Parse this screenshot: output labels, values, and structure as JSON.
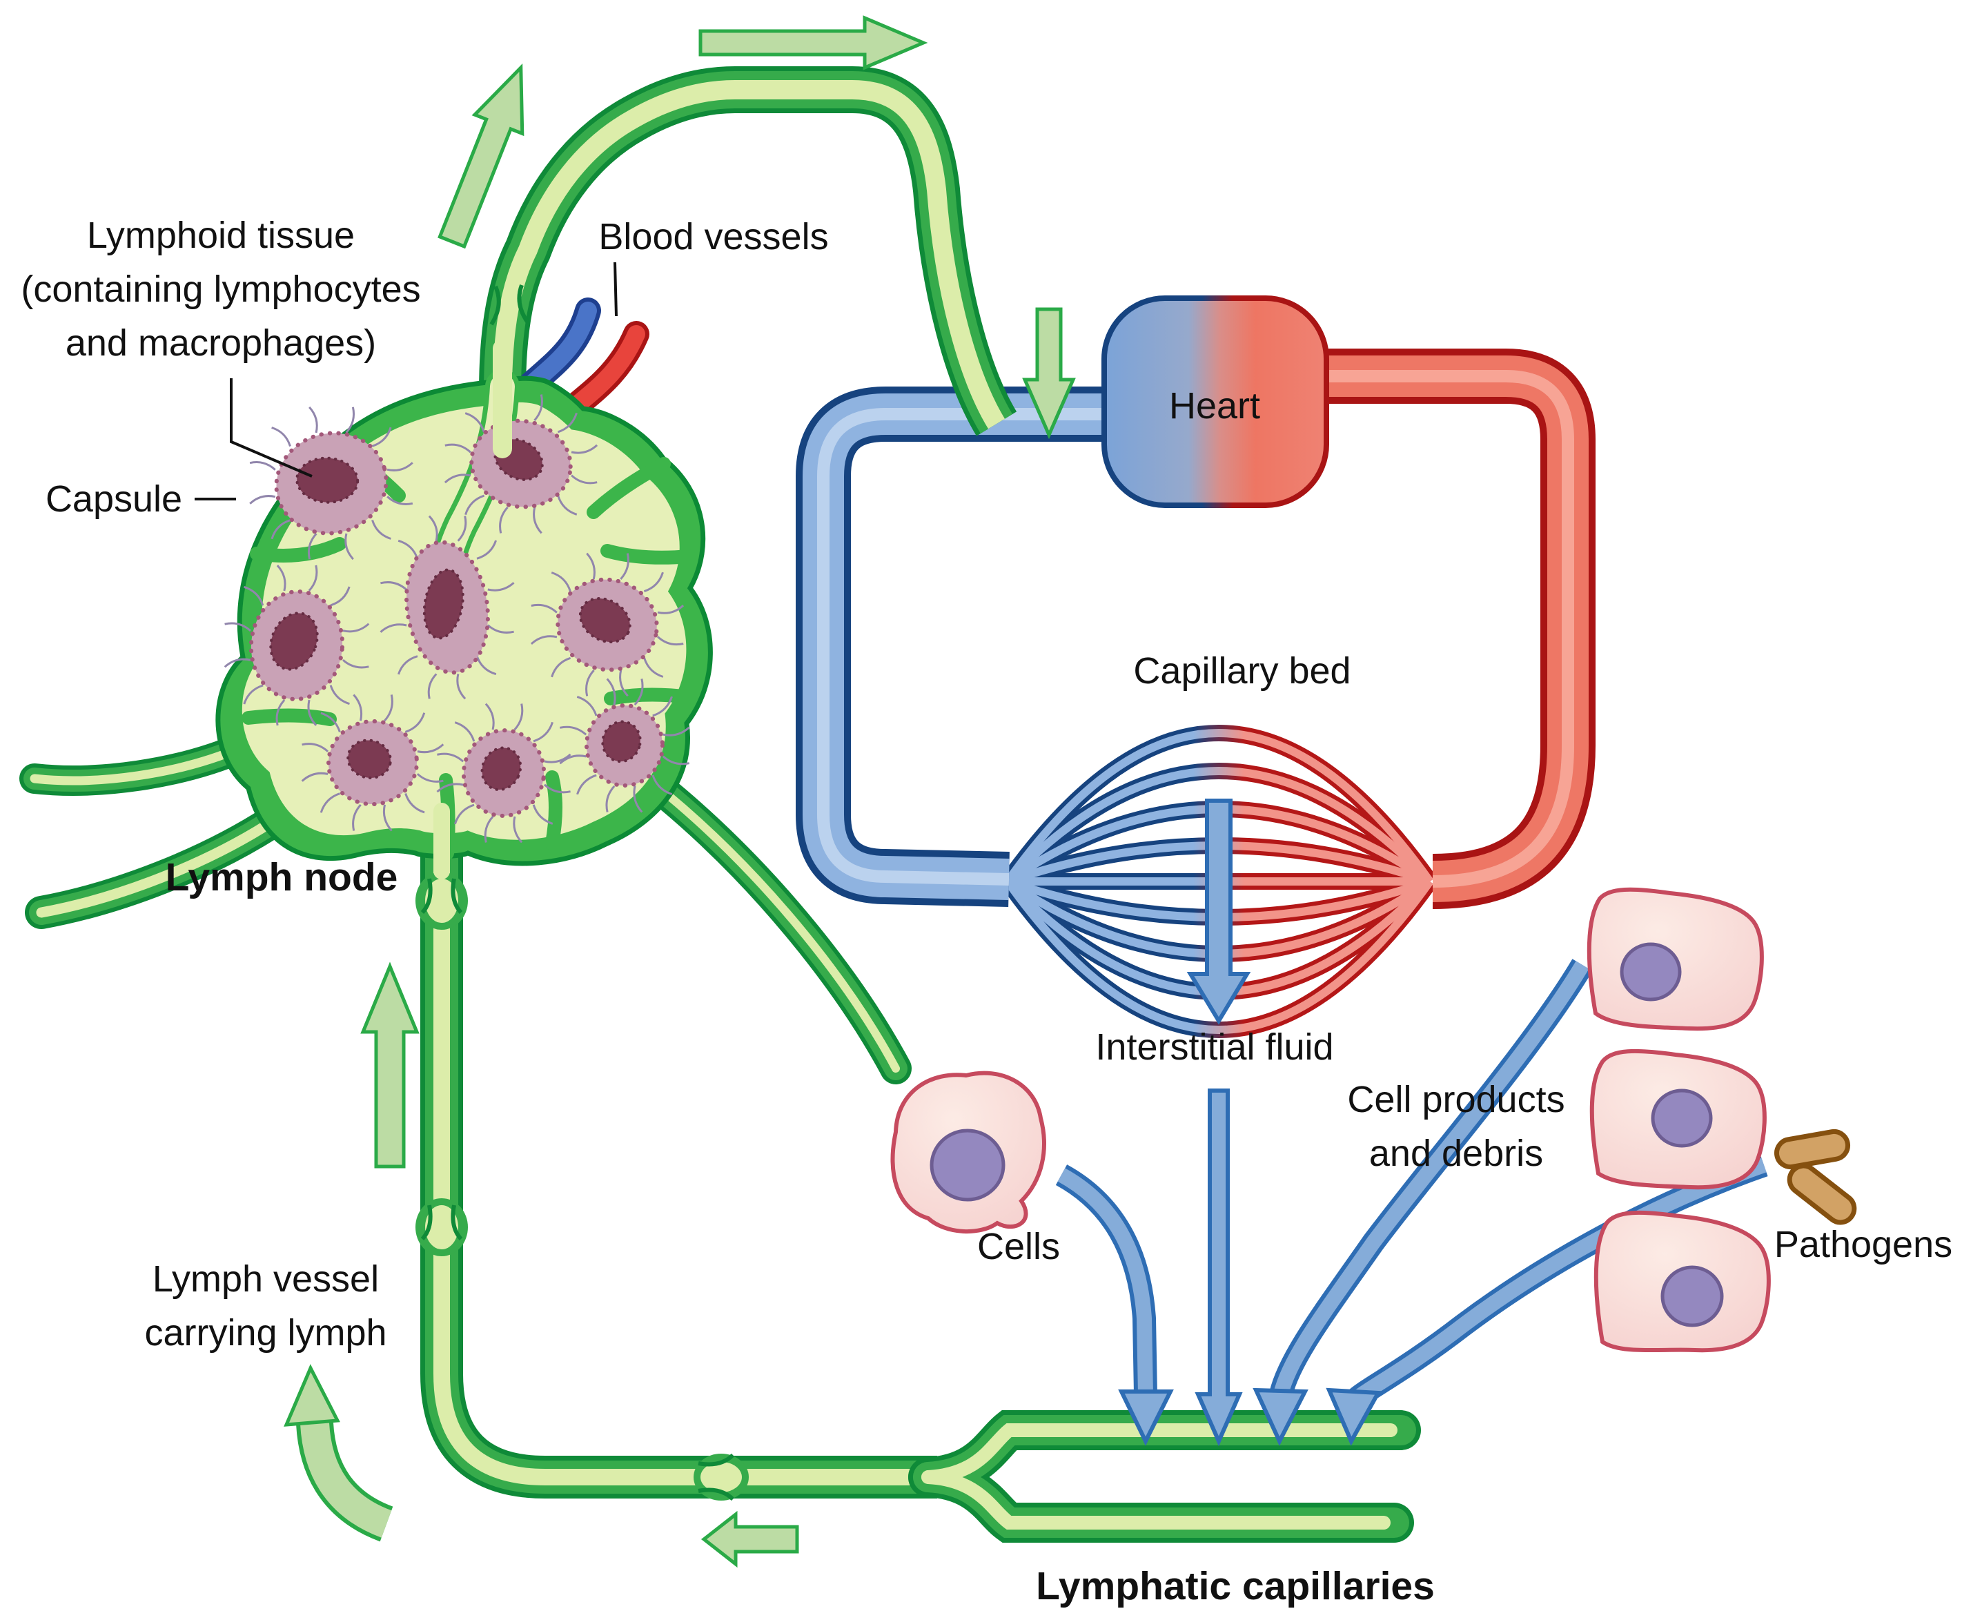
{
  "title": "Lymphatic system circulation diagram",
  "labels": {
    "lymphoid_tissue_line1": "Lymphoid tissue",
    "lymphoid_tissue_line2": "(containing lymphocytes",
    "lymphoid_tissue_line3": "and macrophages)",
    "blood_vessels": "Blood vessels",
    "capsule": "Capsule",
    "lymph_node": "Lymph node",
    "heart": "Heart",
    "capillary_bed": "Capillary bed",
    "interstitial_fluid": "Interstitial fluid",
    "cells": "Cells",
    "cell_products_line1": "Cell products",
    "cell_products_line2": "and debris",
    "pathogens": "Pathogens",
    "lymph_vessel_line1": "Lymph vessel",
    "lymph_vessel_line2": "carrying lymph",
    "lymphatic_capillaries": "Lymphatic capillaries"
  },
  "colors": {
    "lymph_vessel_green": "#36ab4b",
    "lymph_vessel_dark_green": "#0f8a38",
    "lymph_fluid_pale": "#dcedaa",
    "node_interior": "#e6f0b8",
    "lobule_pink": "#c9a2b6",
    "lobule_core_maroon": "#7c3a52",
    "vein_blue_fill": "#8fb3e0",
    "vein_blue_outline": "#16437f",
    "artery_red_fill": "#ee7765",
    "artery_red_outline": "#a91414",
    "flow_arrow_green_fill": "#bcdca4",
    "flow_arrow_green_outline": "#2aaa47",
    "fluid_arrow_blue_fill": "#85acd9",
    "fluid_arrow_blue_outline": "#2e6db4",
    "cell_pink": "#f8d8d4",
    "cell_outline": "#c64a5e",
    "nucleus_purple": "#9488bf",
    "pathogen_tan": "#d2a265",
    "pathogen_outline": "#85500f",
    "text": "#111111"
  }
}
